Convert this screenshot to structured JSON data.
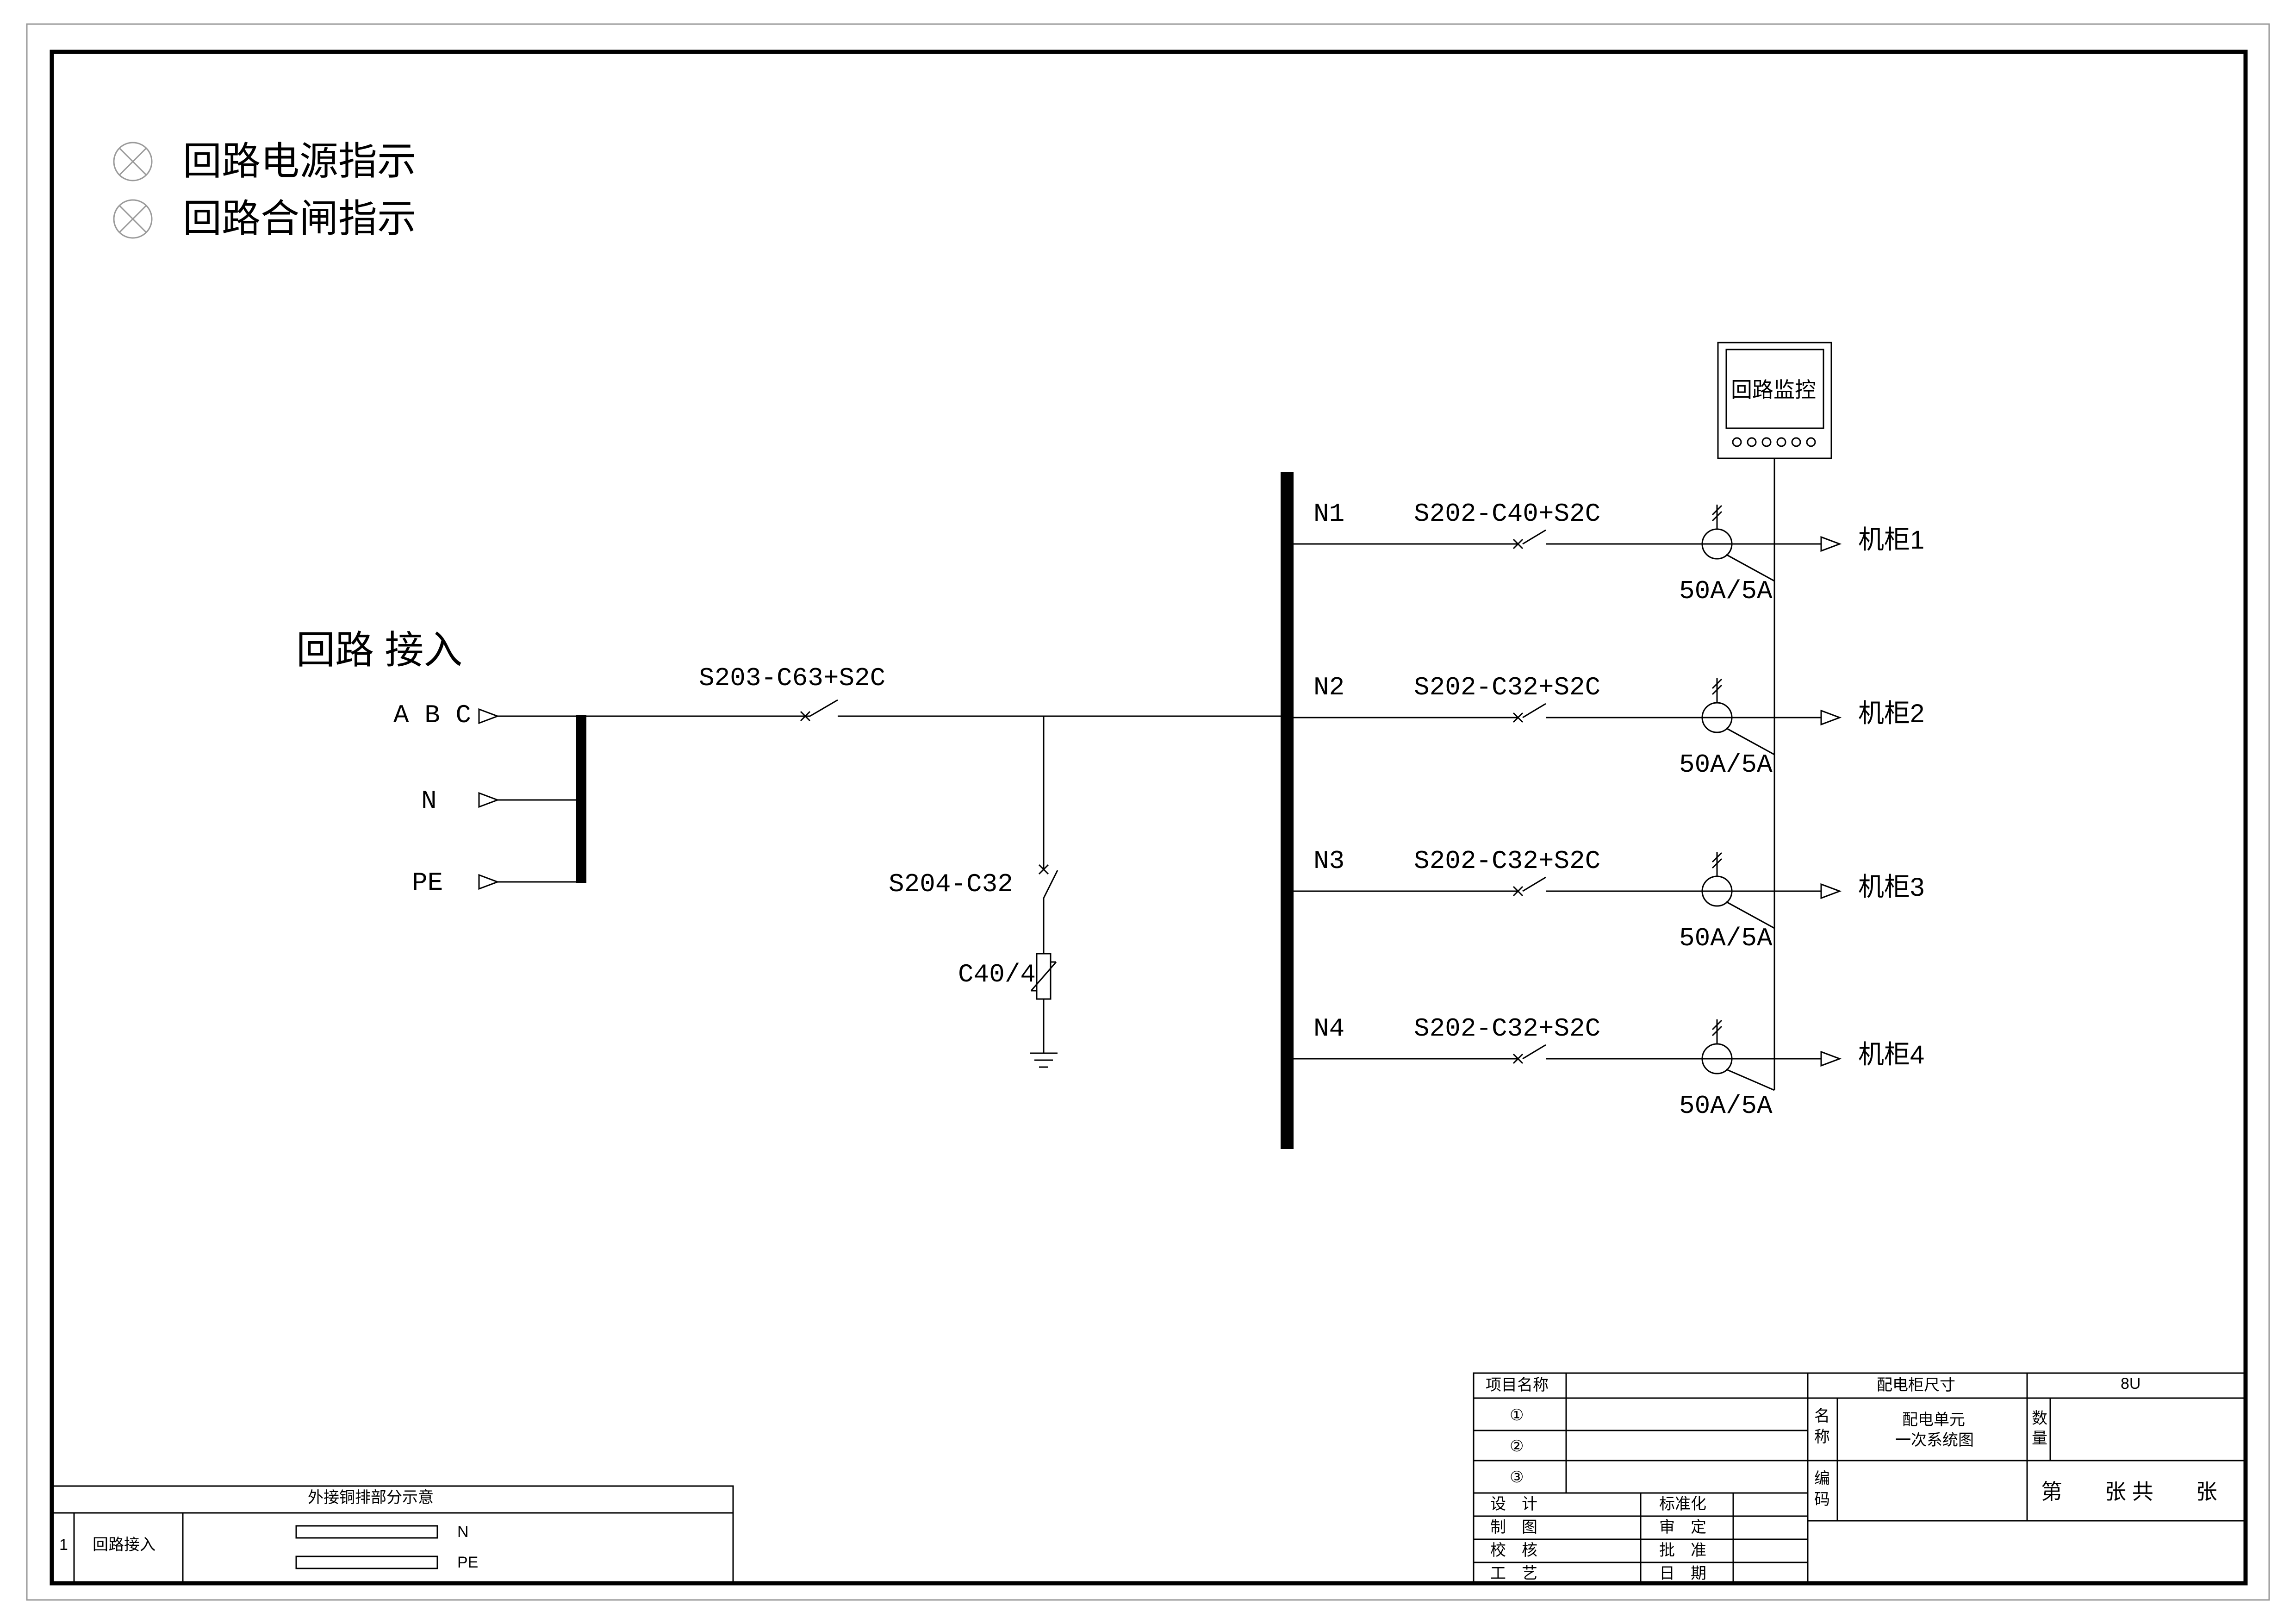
{
  "legend": [
    {
      "icon": "indicator-lamp",
      "label": "回路电源指示"
    },
    {
      "icon": "indicator-lamp",
      "label": "回路合闸指示"
    }
  ],
  "incoming": {
    "title": "回路 接入",
    "phases": [
      "A B C",
      "N",
      "PE"
    ],
    "main_breaker": "S203-C63+S2C",
    "spd_breaker": "S204-C32",
    "spd": "C40/4"
  },
  "monitor": {
    "label": "回路监控"
  },
  "branches": [
    {
      "id": "N1",
      "breaker": "S202-C40+S2C",
      "ct": "50A/5A",
      "load": "机柜1"
    },
    {
      "id": "N2",
      "breaker": "S202-C32+S2C",
      "ct": "50A/5A",
      "load": "机柜2"
    },
    {
      "id": "N3",
      "breaker": "S202-C32+S2C",
      "ct": "50A/5A",
      "load": "机柜3"
    },
    {
      "id": "N4",
      "breaker": "S202-C32+S2C",
      "ct": "50A/5A",
      "load": "机柜4"
    }
  ],
  "copper_table": {
    "title": "外接铜排部分示意",
    "row_no": "1",
    "row_name": "回路接入",
    "bars": [
      "N",
      "PE"
    ]
  },
  "title_block": {
    "project_name_label": "项目名称",
    "rows": [
      "①",
      "②",
      "③"
    ],
    "cabinet_size_label": "配电柜尺寸",
    "cabinet_size_value": "8U",
    "name_label": "名 称",
    "name_value_1": "配电单元",
    "name_value_2": "一次系统图",
    "qty_label": "数 量",
    "code_label": "编 码",
    "sheet_text": "第　　张 共　　张",
    "roles": [
      "设　计",
      "制　图",
      "校　核",
      "工　艺"
    ],
    "approvals": [
      "标准化",
      "审　定",
      "批　准",
      "日　期"
    ]
  }
}
